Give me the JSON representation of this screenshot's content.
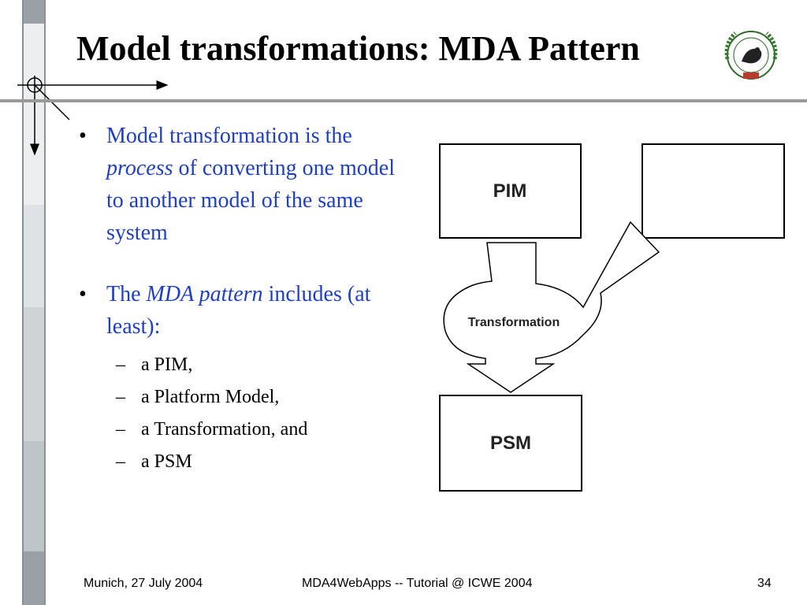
{
  "slide": {
    "title": "Model transformations: MDA Pattern",
    "bullets": [
      {
        "parts": [
          "Model transformation is the ",
          "process",
          " of converting one model to another model of the same system"
        ]
      },
      {
        "parts": [
          "The ",
          "MDA pattern",
          " includes (at least):"
        ],
        "subitems": [
          "a PIM,",
          "a Platform Model,",
          "a Transformation, and",
          "a PSM"
        ]
      }
    ]
  },
  "diagram": {
    "box_top_left": "PIM",
    "box_top_right": "",
    "transformation": "Transformation",
    "box_bottom": "PSM"
  },
  "footer": {
    "left": "Munich, 27 July 2004",
    "center": "MDA4WebApps -- Tutorial @ ICWE 2004",
    "page_number": "34"
  },
  "colors": {
    "bullet_text": "#1f3fbf",
    "left_bar_light": "#d9dcdf",
    "left_bar_dark": "#9aa0a6",
    "rule": "#9a9a9a"
  }
}
